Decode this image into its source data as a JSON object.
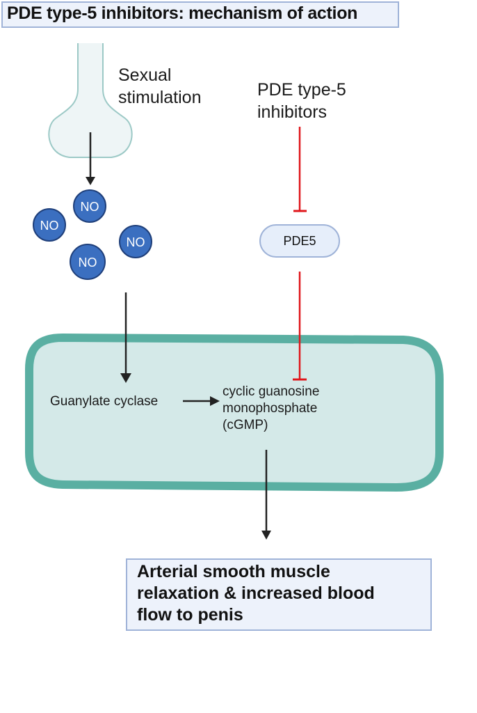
{
  "title": "PDE type-5 inhibitors: mechanism of action",
  "stimulus": {
    "line1": "Sexual",
    "line2": "stimulation"
  },
  "inhibitor": {
    "line1": "PDE type-5",
    "line2": "inhibitors"
  },
  "enzyme": "PDE5",
  "molecules": [
    "NO",
    "NO",
    "NO",
    "NO"
  ],
  "cell": {
    "guanylate": "Guanylate cyclase",
    "cgmp_line1": "cyclic guanosine",
    "cgmp_line2": "monophosphate",
    "cgmp_line3": "(cGMP)"
  },
  "result": {
    "line1": "Arterial smooth muscle",
    "line2": "relaxation & increased blood",
    "line3": "flow to penis"
  },
  "colors": {
    "inhibition": "#e0161b",
    "activation": "#222222",
    "cell_border": "#5aafa2",
    "cell_fill": "#d4e9e8",
    "no_fill": "#3b6fc0",
    "no_border": "#1f3f7a",
    "box_fill": "#edf2fb",
    "box_border": "#9fb3d8"
  }
}
